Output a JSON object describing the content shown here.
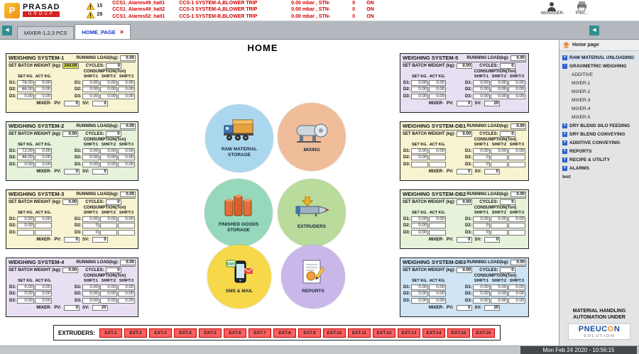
{
  "header": {
    "logo": {
      "name": "PRASAD",
      "sub": "GROUP"
    },
    "alerts": [
      {
        "icon": "warning-icon",
        "value": "15"
      },
      {
        "icon": "warning-icon",
        "value": "29"
      }
    ],
    "alarms": [
      {
        "tag": "CCS1_Alarms49_hall1",
        "desc": "CCS-1 SYSTEM-A,BLOWER TRIP",
        "reading": "0.00 mbar , STN-",
        "stn": "0",
        "state": "ON"
      },
      {
        "tag": "CCS1_Alarms49_hall2",
        "desc": "CCS-3 SYSTEM-A,BLOWER TRIP",
        "reading": "0.00 mbar , STN-",
        "stn": "0",
        "state": "ON"
      },
      {
        "tag": "CCS1_Alarms52_hall1",
        "desc": "CCS-1 SYSTEM-B,BLOWER TRIP",
        "reading": "0.00 mbar , STN-",
        "stn": "0",
        "state": "ON"
      }
    ],
    "user_label": "-MANAGER-",
    "print_label": "Print..."
  },
  "tabs": [
    {
      "label": "MIXER-1,2,3 PCS",
      "active": false
    },
    {
      "label": "HOME_PAGE",
      "active": true
    }
  ],
  "page_title": "HOME",
  "labels": {
    "running_load": "RUNNING LOAD(kg):",
    "set_batch": "SET BATCH WEIGHT (kg):",
    "cycles": "CYCLES:",
    "consumption": "CONSUMPTION(Ton)",
    "set_kg": "SET KG.",
    "act_kg": "ACT KG.",
    "shift1": "SHIFT:1",
    "shift2": "SHIFT:2",
    "shift3": "SHIFT:3",
    "mixer": "MIXER-",
    "pv": "PV:",
    "sv": "SV:"
  },
  "panels": [
    {
      "title": "WEIGHING SYSTEM-1",
      "bg": "#f8f3d0",
      "running_load": "0.00",
      "set_batch": "244.00",
      "set_batch_highlight": true,
      "cycles": "0",
      "rows": [
        {
          "label": "D1:",
          "set": "76.00",
          "act": "0.00",
          "s1": "0.00",
          "s2": "0.00",
          "s3": "0.00"
        },
        {
          "label": "D2:",
          "set": "66.00",
          "act": "0.00",
          "s1": "0.00",
          "s2": "0.00",
          "s3": "0.00"
        },
        {
          "label": "D3:",
          "set": "0.00",
          "act": "0.00",
          "s1": "0.00",
          "s2": "0.00",
          "s3": "0.00"
        }
      ],
      "pv": "0",
      "sv": "0"
    },
    {
      "title": "WEIGHING SYSTEM-2",
      "bg": "#e6f2da",
      "running_load": "0.00",
      "set_batch": "0.00",
      "set_batch_highlight": false,
      "cycles": "0",
      "rows": [
        {
          "label": "D1:",
          "set": "72.00",
          "act": "0.00",
          "s1": "0.00",
          "s2": "0.00",
          "s3": "0.00"
        },
        {
          "label": "D2:",
          "set": "46.00",
          "act": "0.00",
          "s1": "0.00",
          "s2": "0.00",
          "s3": "0.00"
        },
        {
          "label": "D3:",
          "set": "0.00",
          "act": "0.00",
          "s1": "0.00",
          "s2": "0.00",
          "s3": "0.00"
        }
      ],
      "pv": "0",
      "sv": "0"
    },
    {
      "title": "WEIGHING SYSTEM-3",
      "bg": "#f8f3d0",
      "running_load": "0.00",
      "set_batch": "0.00",
      "set_batch_highlight": false,
      "cycles": "0",
      "rows": [
        {
          "label": "D1:",
          "set": "0.00",
          "act": "0.00",
          "s1": "0.00",
          "s2": "0.00",
          "s3": "0.00"
        },
        {
          "label": "D2:",
          "set": "0.00",
          "act": "",
          "s1": "0",
          "s2": "",
          "s3": ""
        },
        {
          "label": "D3:",
          "set": "",
          "act": "",
          "s1": "0",
          "s2": "",
          "s3": ""
        }
      ],
      "pv": "0",
      "sv": "0"
    },
    {
      "title": "WEIGHING SYSTEM-4",
      "bg": "#e8e0f2",
      "running_load": "0.00",
      "set_batch": "0.00",
      "set_batch_highlight": false,
      "cycles": "0",
      "rows": [
        {
          "label": "D1:",
          "set": "0.00",
          "act": "0.00",
          "s1": "0.00",
          "s2": "0.00",
          "s3": "0.00"
        },
        {
          "label": "D2:",
          "set": "0.00",
          "act": "0.00",
          "s1": "0.00",
          "s2": "0.00",
          "s3": "0.00"
        },
        {
          "label": "D3:",
          "set": "0.00",
          "act": "0.00",
          "s1": "0.00",
          "s2": "0.00",
          "s3": "0.00"
        }
      ],
      "pv": "0",
      "sv": "20"
    },
    {
      "title": "WEIGHING SYSTEM-5",
      "bg": "#e8e0f2",
      "running_load": "0.00",
      "set_batch": "0.00",
      "set_batch_highlight": false,
      "cycles": "0",
      "rows": [
        {
          "label": "D1:",
          "set": "0.00",
          "act": "0.00",
          "s1": "0.00",
          "s2": "0.00",
          "s3": "0.00"
        },
        {
          "label": "D2:",
          "set": "0.00",
          "act": "0.00",
          "s1": "0.00",
          "s2": "0.00",
          "s3": "0.00"
        },
        {
          "label": "D3:",
          "set": "0.00",
          "act": "0.00",
          "s1": "0.00",
          "s2": "0.00",
          "s3": "0.00"
        }
      ],
      "pv": "0",
      "sv": "20"
    },
    {
      "title": "WEIGHING SYSTEM-DB1",
      "bg": "#f8f3d0",
      "running_load": "0.00",
      "set_batch": "0.00",
      "set_batch_highlight": false,
      "cycles": "0",
      "rows": [
        {
          "label": "D1:",
          "set": "0.00",
          "act": "0.00",
          "s1": "0.00",
          "s2": "0.00",
          "s3": "0.00"
        },
        {
          "label": "D2:",
          "set": "0.00",
          "act": "",
          "s1": "0",
          "s2": "",
          "s3": ""
        },
        {
          "label": "D3:",
          "set": "",
          "act": "",
          "s1": "0",
          "s2": "",
          "s3": ""
        }
      ],
      "pv": "0",
      "sv": "0"
    },
    {
      "title": "WEIGHING SYSTEM-DB2",
      "bg": "#e6f2da",
      "running_load": "0.00",
      "set_batch": "0.00",
      "set_batch_highlight": false,
      "cycles": "0",
      "rows": [
        {
          "label": "D1:",
          "set": "0.00",
          "act": "0.00",
          "s1": "0.00",
          "s2": "0.00",
          "s3": "0.00"
        },
        {
          "label": "D2:",
          "set": "0.00",
          "act": "",
          "s1": "0",
          "s2": "",
          "s3": ""
        },
        {
          "label": "D3:",
          "set": "0.00",
          "act": "",
          "s1": "0",
          "s2": "",
          "s3": ""
        }
      ],
      "pv": "0",
      "sv": "0"
    },
    {
      "title": "WEIGHING SYSTEM-DB3",
      "bg": "#cfe4f4",
      "running_load": "0.00",
      "set_batch": "0.00",
      "set_batch_highlight": false,
      "cycles": "0",
      "rows": [
        {
          "label": "D1:",
          "set": "0.00",
          "act": "0.00",
          "s1": "0.00",
          "s2": "0.00",
          "s3": "0.00"
        },
        {
          "label": "D2:",
          "set": "0.00",
          "act": "0.00",
          "s1": "0.00",
          "s2": "0.00",
          "s3": "0.00"
        },
        {
          "label": "D3:",
          "set": "0.00",
          "act": "0.00",
          "s1": "0.00",
          "s2": "0.00",
          "s3": "0.00"
        }
      ],
      "pv": "0",
      "sv": "20"
    }
  ],
  "circles": [
    {
      "id": "raw-material-storage",
      "label": "RAW MATERIAL STORAGE",
      "icon": "truck-icon",
      "color": "#abd7ee"
    },
    {
      "id": "mixing",
      "label": "MIXING",
      "icon": "mixer-icon",
      "color": "#f0bd9a"
    },
    {
      "id": "finished-goods-storage",
      "label": "FINISHED GOODS STORAGE",
      "icon": "drums-icon",
      "color": "#96d8bb"
    },
    {
      "id": "extruders",
      "label": "EXTRUDERS",
      "icon": "extruder-icon",
      "color": "#b9db9b"
    },
    {
      "id": "sms-mail",
      "label": "SMS & MAIL",
      "icon": "phone-icon",
      "color": "#f6d84a"
    },
    {
      "id": "reports",
      "label": "REPORTS",
      "icon": "report-icon",
      "color": "#c9b7ea"
    }
  ],
  "extruders": {
    "label": "EXTRUDERS:",
    "buttons": [
      "EXT.1",
      "EXT.2",
      "EXT.3",
      "EXT.4",
      "EXT.5",
      "EXT.6",
      "EXT.7",
      "EXT.8",
      "EXT.9",
      "EXT.10",
      "EXT.11",
      "EXT.12",
      "EXT.13",
      "EXT.14",
      "EXT.15",
      "EXT.16"
    ]
  },
  "sidebar": {
    "header": "Home page",
    "items": [
      {
        "label": "RAW MATERIAL UNLOADING",
        "state": "+",
        "level": 0,
        "selected": true
      },
      {
        "label": "GRAVIMETRIC WEIGHING",
        "state": "-",
        "level": 0
      },
      {
        "label": "ADDITIVE",
        "level": 1
      },
      {
        "label": "MIXER-1",
        "level": 1
      },
      {
        "label": "MIXER-2",
        "level": 1
      },
      {
        "label": "MIXER-3",
        "level": 1
      },
      {
        "label": "MIXER-4",
        "level": 1
      },
      {
        "label": "MIXER-5",
        "level": 1
      },
      {
        "label": "DRY BLEND SILO FEEDING",
        "state": "+",
        "level": 0
      },
      {
        "label": "DRY BLEND CONVEYING",
        "state": "+",
        "level": 0
      },
      {
        "label": "ADDITIVE CONVEYING",
        "state": "+",
        "level": 0
      },
      {
        "label": "REPORTS",
        "state": "+",
        "level": 0
      },
      {
        "label": "RECIPE & UTILITY",
        "state": "+",
        "level": 0
      },
      {
        "label": "ALARMS",
        "state": "+",
        "level": 0
      },
      {
        "label": "test",
        "level": 0
      }
    ],
    "branding": {
      "line1": "MATERIAL HANDLING",
      "line2": "AUTOMATION UNDER",
      "brand_pre": "PNEUC",
      "brand_o": "O",
      "brand_post": "N",
      "sub": "SOLUTION"
    }
  },
  "statusbar": {
    "datetime": "Mon Feb 24 2020 - 10:56:15"
  }
}
